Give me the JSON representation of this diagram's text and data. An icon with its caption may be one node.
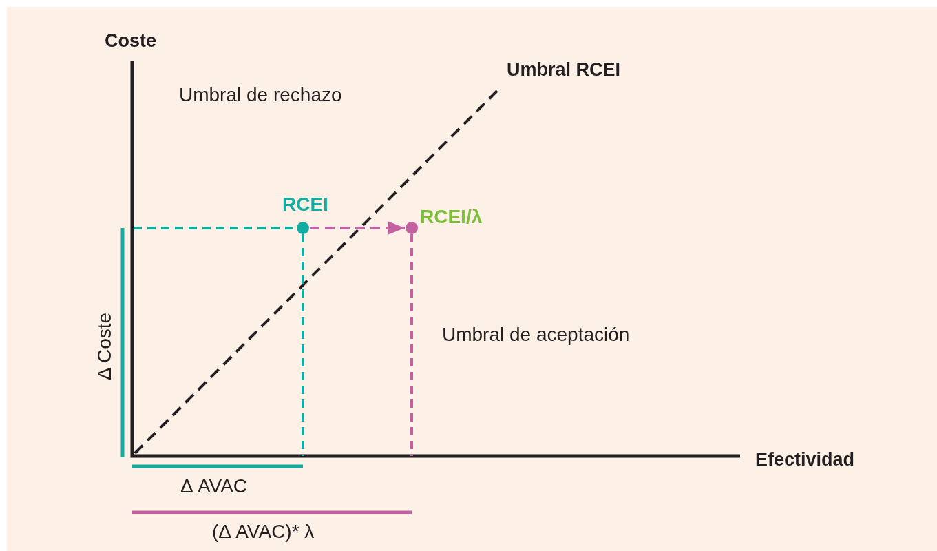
{
  "diagram": {
    "nodes": [
      {
        "text": [
          "RCEI"
        ]
      },
      {
        "text": [
          "RCEI/λ"
        ]
      }
    ],
    "edges": [
      {
        "from": 0,
        "to": 1,
        "arrow": "to",
        "style": "dashed",
        "color": "#c462a1"
      }
    ],
    "labels": [
      "Coste",
      "Umbral RCEI",
      "Umbral de rechazo",
      "Umbral de aceptación",
      "Δ Coste",
      "Efectividad",
      "Δ AVAC",
      "(Δ AVAC)* λ"
    ]
  }
}
